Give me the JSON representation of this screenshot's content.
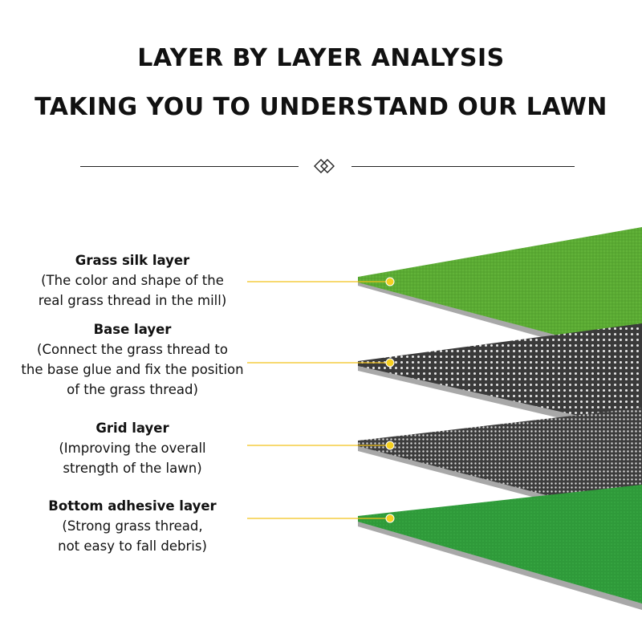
{
  "header": {
    "title_line1": "LAYER BY LAYER ANALYSIS",
    "title_line2": "TAKING YOU TO UNDERSTAND OUR LAWN"
  },
  "layers": [
    {
      "name": "Grass silk layer",
      "description_lines": [
        "(The color and shape of the",
        "real grass thread in the mill)"
      ]
    },
    {
      "name": "Base layer",
      "description_lines": [
        "(Connect the grass thread to",
        "the base glue and fix the position",
        "of the grass thread)"
      ]
    },
    {
      "name": "Grid layer",
      "description_lines": [
        "(Improving the overall",
        "strength of the lawn)"
      ]
    },
    {
      "name": "Bottom adhesive layer",
      "description_lines": [
        "(Strong grass thread,",
        "not easy to fall debris)"
      ]
    }
  ],
  "colors": {
    "grass_green": "#5aaa33",
    "bottom_green": "#2f9a3a",
    "mesh_dark": "#3a3a3a",
    "slab_edge": "#a8a8a8",
    "leader_yellow": "#f2c21a",
    "marker_yellow": "#f5d020"
  }
}
